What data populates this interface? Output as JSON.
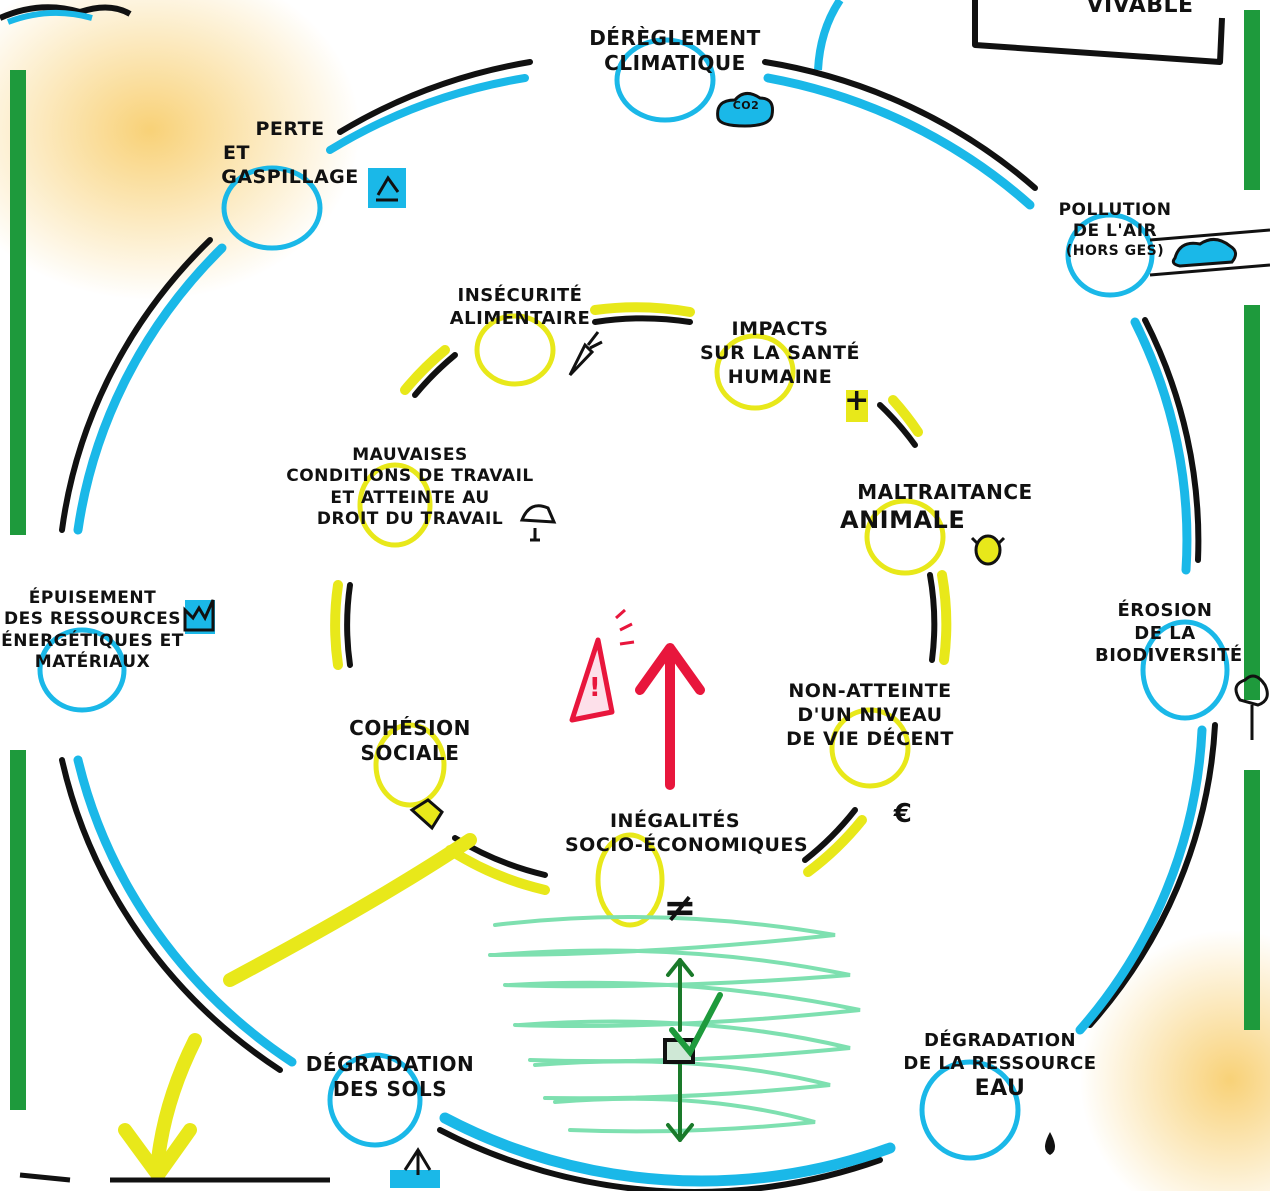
{
  "corner_text": "VIVABLE",
  "outer_ring": {
    "accent_color": "#1ab8e8",
    "items": [
      {
        "key": "climat",
        "lines": [
          "Dérèglement",
          "climatique"
        ],
        "icon_text": "CO2"
      },
      {
        "key": "pollution",
        "lines": [
          "Pollution",
          "de l'air",
          "(hors GES)"
        ]
      },
      {
        "key": "biodiversite",
        "lines": [
          "Érosion",
          "de la",
          "biodiversité"
        ]
      },
      {
        "key": "eau",
        "lines": [
          "Dégradation",
          "de la ressource",
          "eau"
        ]
      },
      {
        "key": "sols",
        "lines": [
          "Dégradation",
          "des sols"
        ]
      },
      {
        "key": "ressources",
        "lines": [
          "Épuisement",
          "des ressources",
          "énergétiques et",
          "matériaux"
        ]
      },
      {
        "key": "gaspillage",
        "lines": [
          "Perte",
          "et",
          "gaspillage"
        ]
      }
    ]
  },
  "inner_ring": {
    "accent_color": "#e8e81a",
    "items": [
      {
        "key": "alimentaire",
        "lines": [
          "Insécurité",
          "alimentaire"
        ]
      },
      {
        "key": "sante",
        "lines": [
          "Impacts",
          "sur la santé",
          "humaine"
        ]
      },
      {
        "key": "animale",
        "lines": [
          "Maltraitance",
          "animale"
        ]
      },
      {
        "key": "niveau-vie",
        "lines": [
          "Non-atteinte",
          "d'un niveau",
          "de vie décent"
        ]
      },
      {
        "key": "inegalites",
        "lines": [
          "Inégalités",
          "socio-économiques"
        ]
      },
      {
        "key": "cohesion",
        "lines": [
          "Cohésion",
          "sociale"
        ]
      },
      {
        "key": "travail",
        "lines": [
          "Mauvaises",
          "conditions de travail",
          "et atteinte au",
          "droit du travail"
        ]
      }
    ]
  },
  "center": {
    "warning_glyph": "!",
    "inequality_glyph": "≠",
    "euro_glyph": "€",
    "plus_glyph": "+"
  },
  "colors": {
    "cyan": "#1ab8e8",
    "yellow": "#e8e81a",
    "green_frame": "#1e9a3c",
    "red": "#e8163c",
    "mint": "#7ee0b0",
    "ink": "#111111"
  }
}
